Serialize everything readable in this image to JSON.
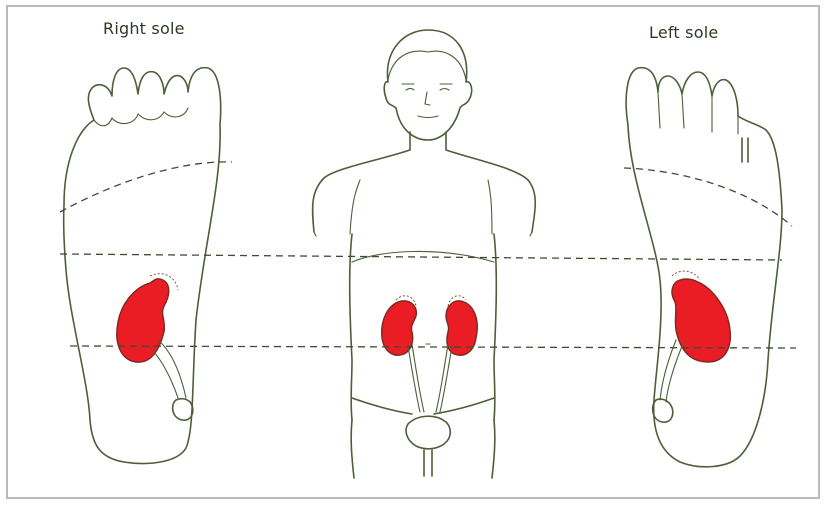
{
  "labels": {
    "right_sole": "Right sole",
    "left_sole": "Left sole"
  },
  "colors": {
    "kidney_fill": "#ea1c24",
    "outline": "#4c5f39",
    "frame_border": "#b9bbb6",
    "background": "#ffffff"
  },
  "figures": [
    "right-sole-outline",
    "human-torso-outline",
    "left-sole-outline"
  ],
  "highlighted_zones": [
    "kidney-reflex-zone-right-sole",
    "kidney-left",
    "kidney-right",
    "kidney-reflex-zone-left-sole"
  ]
}
